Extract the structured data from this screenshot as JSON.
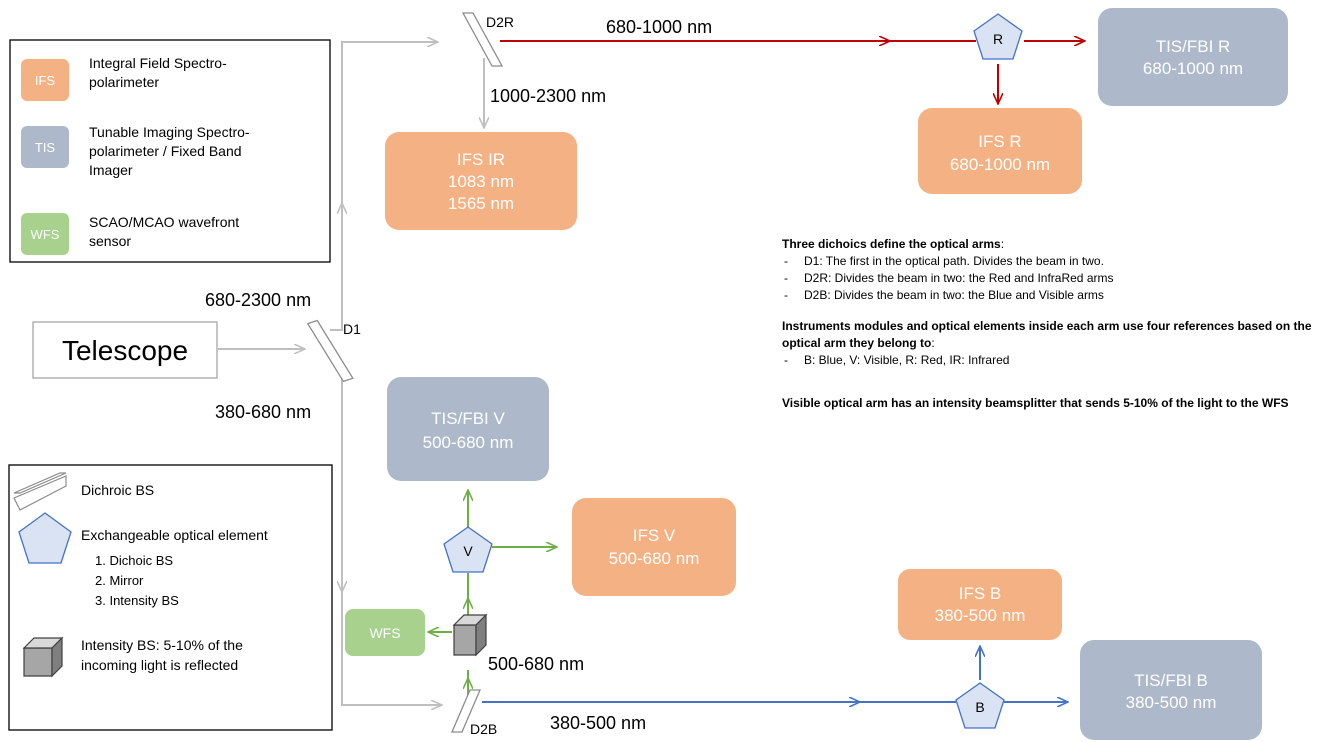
{
  "legend_top": {
    "items": [
      {
        "tag": "IFS",
        "text": "Integral Field Spectro-|polarimeter",
        "color": "#f4b183"
      },
      {
        "tag": "TIS",
        "text": "Tunable Imaging Spectro-|polarimeter / Fixed Band|Imager",
        "color": "#adb9ca"
      },
      {
        "tag": "WFS",
        "text": "SCAO/MCAO wavefront|sensor",
        "color": "#a9d18e"
      }
    ]
  },
  "legend_bottom": {
    "dichroic": "Dichroic BS",
    "exchangeable": "Exchangeable optical element",
    "exchangeable_list": [
      "1.   Dichoic BS",
      "2.   Mirror",
      "3.   Intensity BS"
    ],
    "intensity": "Intensity BS: 5-10% of the|incoming light is reflected"
  },
  "telescope": "Telescope",
  "dichroics": {
    "d1": "D1",
    "d2r": "D2R",
    "d2b": "D2B"
  },
  "elements": {
    "r": "R",
    "v": "V",
    "b": "B"
  },
  "wavelengths": {
    "full": "680-2300 nm",
    "visible_blue": "380-680 nm",
    "red": "680-1000 nm",
    "infrared": "1000-2300 nm",
    "visible": "500-680 nm",
    "blue": "380-500 nm"
  },
  "boxes": {
    "ifs_ir": "IFS IR|1083 nm|1565 nm",
    "tis_r": "TIS/FBI R|680-1000 nm",
    "ifs_r": "IFS R|680-1000 nm",
    "tis_v": "TIS/FBI V|500-680 nm",
    "ifs_v": "IFS V|500-680 nm",
    "wfs": "WFS",
    "ifs_b": "IFS B|380-500 nm",
    "tis_b": "TIS/FBI B|380-500 nm"
  },
  "colors": {
    "ifs": "#f4b183",
    "tis": "#adb9ca",
    "wfs": "#a9d18e",
    "element": "#dae3f3",
    "red_arm": "#c00000",
    "visible_arm": "#70ad47",
    "blue_arm": "#4472c4",
    "beam": "#bfbfbf"
  },
  "notes": {
    "heading1_bold": "Three dichoics define the optical arms",
    "heading1_rest": ":",
    "list1": [
      "D1: The first in the optical path. Divides the beam in two.",
      "D2R: Divides the beam in two: the Red and InfraRed arms",
      "D2B: Divides the beam in two: the Blue and Visible arms"
    ],
    "heading2_bold": "Instruments modules and optical elements inside each arm use four references based on the optical arm they belong to",
    "heading2_rest": ":",
    "list2": [
      "B: Blue, V: Visible, R: Red, IR: Infrared"
    ],
    "heading3": "Visible optical arm has an intensity beamsplitter that sends 5-10% of the light to the WFS"
  }
}
